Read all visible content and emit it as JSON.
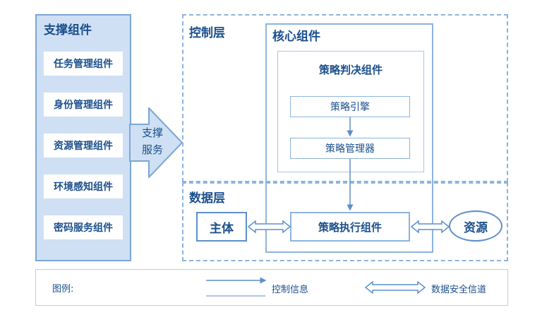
{
  "support": {
    "title": "支撑组件",
    "items": [
      "任务管理组件",
      "身份管理组件",
      "资源管理组件",
      "环境感知组件",
      "密码服务组件"
    ],
    "service_line1": "支撑",
    "service_line2": "服务"
  },
  "control_layer": {
    "title": "控制层"
  },
  "data_layer": {
    "title": "数据层"
  },
  "core": {
    "title": "核心组件",
    "decision": {
      "title": "策略判决组件",
      "engine": "策略引擎",
      "manager": "策略管理器"
    },
    "execution": "策略执行组件"
  },
  "subject": "主体",
  "resource": "资源",
  "legend": {
    "label": "图例:",
    "control_info": "控制信息",
    "data_channel": "数据安全信道"
  },
  "colors": {
    "primary_text": "#1b4f8c",
    "panel_fill": "#cfe0f4",
    "border": "#8db3dd"
  }
}
